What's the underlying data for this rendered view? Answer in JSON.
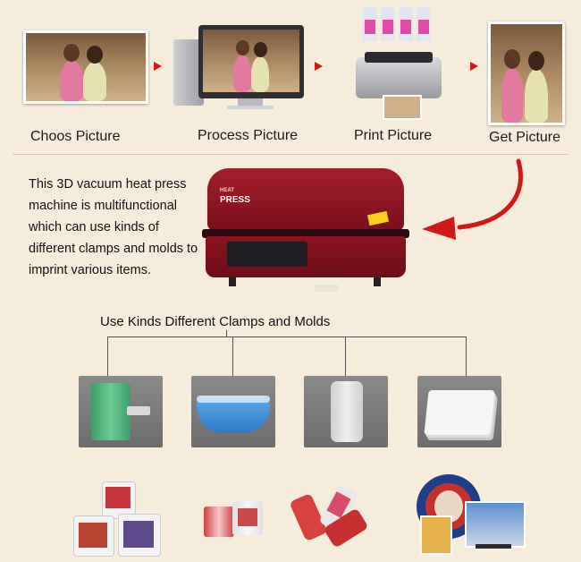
{
  "steps": [
    {
      "label": "Choos Picture"
    },
    {
      "label": "Process Picture"
    },
    {
      "label": "Print Picture"
    },
    {
      "label": "Get Picture"
    }
  ],
  "description": "This 3D vacuum heat press machine is multifunctional which can use kinds of different clamps and molds to imprint various items.",
  "machine": {
    "brand_small": "HEAT",
    "brand_large": "PRESS"
  },
  "molds_title": "Use Kinds Different Clamps and Molds",
  "molds": [
    {
      "name": "mug-clamp"
    },
    {
      "name": "bowl-mold"
    },
    {
      "name": "phone-case-mold"
    },
    {
      "name": "flat-sheet-mold"
    }
  ],
  "products": [
    {
      "name": "printed-mugs"
    },
    {
      "name": "printed-cups"
    },
    {
      "name": "printed-phone-cases"
    },
    {
      "name": "printed-plates"
    }
  ],
  "colors": {
    "accent": "#d11818",
    "background": "#f6ecdc",
    "machine": "#8a1420",
    "tile": "#7a7a7a"
  }
}
